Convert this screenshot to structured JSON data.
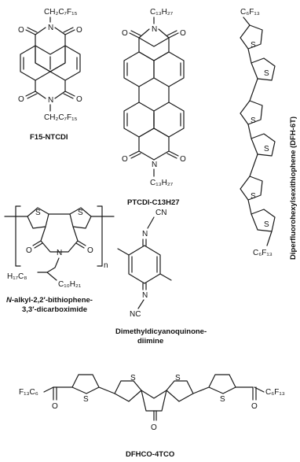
{
  "molecules": [
    {
      "id": "f15",
      "name": "F15-NTCDI",
      "top": "CH₂C₇F₁₅",
      "bottom": "CH₂C₇F₁₅",
      "left_atom": "N",
      "o": "O"
    },
    {
      "id": "ptcdi",
      "name": "PTCDI-C13H27",
      "top": "C₁₃H₂₇",
      "bottom": "C₁₃H₂₇",
      "atom": "N",
      "o": "O"
    },
    {
      "id": "dfh6t",
      "name": "Diperfluorohexylsexithiophene (DFH-6T)",
      "top": "C₆F₁₃",
      "bottom": "C₆F₁₃",
      "s": "S"
    },
    {
      "id": "bti",
      "name_line1": "N-alkyl-2,2′-bithiophene-",
      "name_line2": "3,3′-dicarboximide",
      "left_chain": "H₁₇C₈",
      "right_chain": "C₁₀H₂₁",
      "repeat": "n",
      "s": "S",
      "n": "N",
      "o": "O"
    },
    {
      "id": "dcnqi",
      "name_line1": "Dimethyldicyanoquinone-",
      "name_line2": "diimine",
      "cn_top": "CN",
      "cn_bottom": "NC",
      "n": "N"
    },
    {
      "id": "dfhco",
      "name": "DFHCO-4TCO",
      "left": "F₁₃C₆",
      "right": "C₆F₁₃",
      "s": "S",
      "o": "O"
    }
  ]
}
